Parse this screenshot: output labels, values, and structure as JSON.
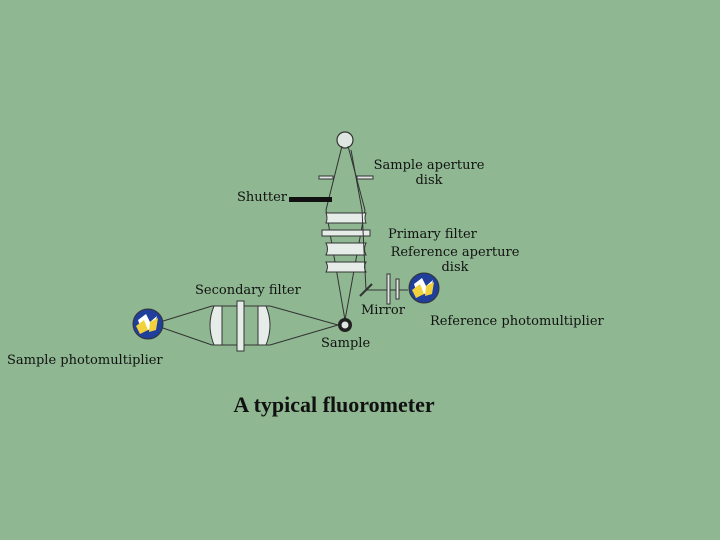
{
  "labels": {
    "sample_aperture_disk_line1": "Sample aperture",
    "sample_aperture_disk_line2": "disk",
    "shutter": "Shutter",
    "primary_filter": "Primary filter",
    "reference_aperture_disk_line1": "Reference aperture",
    "reference_aperture_disk_line2": "disk",
    "secondary_filter": "Secondary filter",
    "mirror": "Mirror",
    "reference_photomultiplier": "Reference photomultiplier",
    "sample": "Sample",
    "sample_photomultiplier": "Sample photomultiplier"
  },
  "title": "A typical fluorometer",
  "colors": {
    "background": "#8fb892",
    "line": "#333333",
    "lens_fill": "#e6ece8",
    "pmt_blue": "#1f3f9a",
    "pmt_yellow": "#f2d23a",
    "pmt_white": "#ffffff"
  },
  "icons": {
    "light_source": "lamp-circle-icon",
    "photomultiplier": "photomultiplier-tube-icon",
    "sample_cell": "sample-cuvette-icon"
  }
}
